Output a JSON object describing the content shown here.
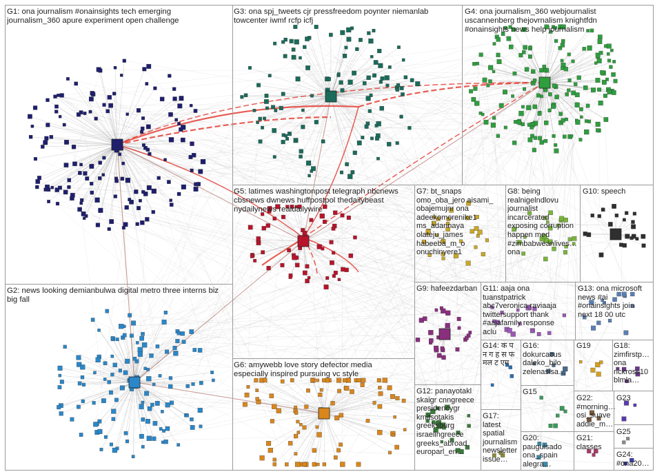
{
  "colors": {
    "background": "#ffffff",
    "border": "#9a9a9a",
    "edge": "#aaaaaa",
    "edge_highlight": "#e0281e",
    "edge_brown": "#a0524a",
    "groups": {
      "G1": "#1f1f6e",
      "G2": "#2a87c9",
      "G3": "#1a6b5a",
      "G4": "#2e9e3e",
      "G5": "#b8142b",
      "G6": "#d9861c",
      "G7": "#c9a82a",
      "G8": "#7ab43c",
      "G9": "#8a2f7e",
      "G10": "#2f2f2f",
      "G11": "#9b59b6",
      "G12": "#3a7a3a",
      "G13": "#5a7fb5",
      "G14": "#2a6fb0",
      "G15": "#3a9a5a",
      "G16": "#4a6a8a",
      "G17": "#8a8a3a",
      "G18": "#6a3a8a",
      "G19": "#d4a020",
      "G20": "#3a8aaa",
      "G21": "#aa3a6a",
      "G22": "#7a5a3a",
      "G23": "#5a3aaa",
      "G24": "#3a3aaa",
      "G25": "#8a8a8a"
    }
  },
  "groups": [
    {
      "id": "G1",
      "label": "G1: ona journalism #onainsights tech emerging\njournalism_360 apure experiment open challenge"
    },
    {
      "id": "G2",
      "label": "G2: news looking demianbulwa digital metro three interns biz\nbig fall"
    },
    {
      "id": "G3",
      "label": "G3: ona spj_tweets cjr pressfreedom poynter niemanlab\ntowcenter iwmf rcfp icfj"
    },
    {
      "id": "G4",
      "label": "G4: ona journalism_360 webjournalist\nuscannenberg thejovrnalism knightfdn\n#onainsights news help journalism"
    },
    {
      "id": "G5",
      "label": "G5: latimes washingtonpost telegraph nbcnews\ncbsnews dwnews huffpostpol thedailybeast\nnydailynews realdailywire"
    },
    {
      "id": "G6",
      "label": "G6: amywebb love story defector media\nespecially inspired pursuing vc style"
    },
    {
      "id": "G7",
      "label": "G7: bt_snaps\nomo_oba_jero aisami_\nobajemujnr ona\nadeekomorenike1\nms_adannaya\nolateju_james\nhabeeba_m_o\nonuchinyere1"
    },
    {
      "id": "G8",
      "label": "G8: being\nrealnigelndlovu\njournalist\nincarcerated\nexposing corruption\nhappen med\n#zimbabweanlives…\nona"
    },
    {
      "id": "G9",
      "label": "G9: hafeezdarban"
    },
    {
      "id": "G10",
      "label": "G10: speech"
    },
    {
      "id": "G11",
      "label": "G11: aaja ona\ntuanstpatrick\nabc7veronica raviaaja\ntwittersupport thank\n#aajafamily response\naclu"
    },
    {
      "id": "G12",
      "label": "G12: panayotakl\nskaigr cnngreece\npresidencygr\nkmitsotakis\ngreeksburg\nisraelingreece\ngreeks_abroad\neuroparl_en…"
    },
    {
      "id": "G13",
      "label": "G13: ona microsoft\nnews #ai\n#onainsights join\nnext 18 00 utc"
    },
    {
      "id": "G14",
      "label": "G14: क प\nन ग ह स फ\nमल ट एम"
    },
    {
      "id": "G15",
      "label": "G15"
    },
    {
      "id": "G16",
      "label": "G16: dokurcacus\ndaleko_bilo\nzelenasisa…"
    },
    {
      "id": "G17",
      "label": "G17:\nlatest\nspatial\njournalism\nnewsletter\nissue…"
    },
    {
      "id": "G18",
      "label": "G18:\nzimfirstp…\nona\nrickross10\nblmla…"
    },
    {
      "id": "G19",
      "label": "G19"
    },
    {
      "id": "G20",
      "label": "G20:\npauguisado\nona_spain\nalegra…"
    },
    {
      "id": "G21",
      "label": "G21:\nclasses"
    },
    {
      "id": "G22",
      "label": "G22:\n#morning…\nosi_suave\naddie_m…"
    },
    {
      "id": "G23",
      "label": "G23"
    },
    {
      "id": "G24",
      "label": "G24:\n#ona20…"
    },
    {
      "id": "G25",
      "label": "G25"
    }
  ]
}
